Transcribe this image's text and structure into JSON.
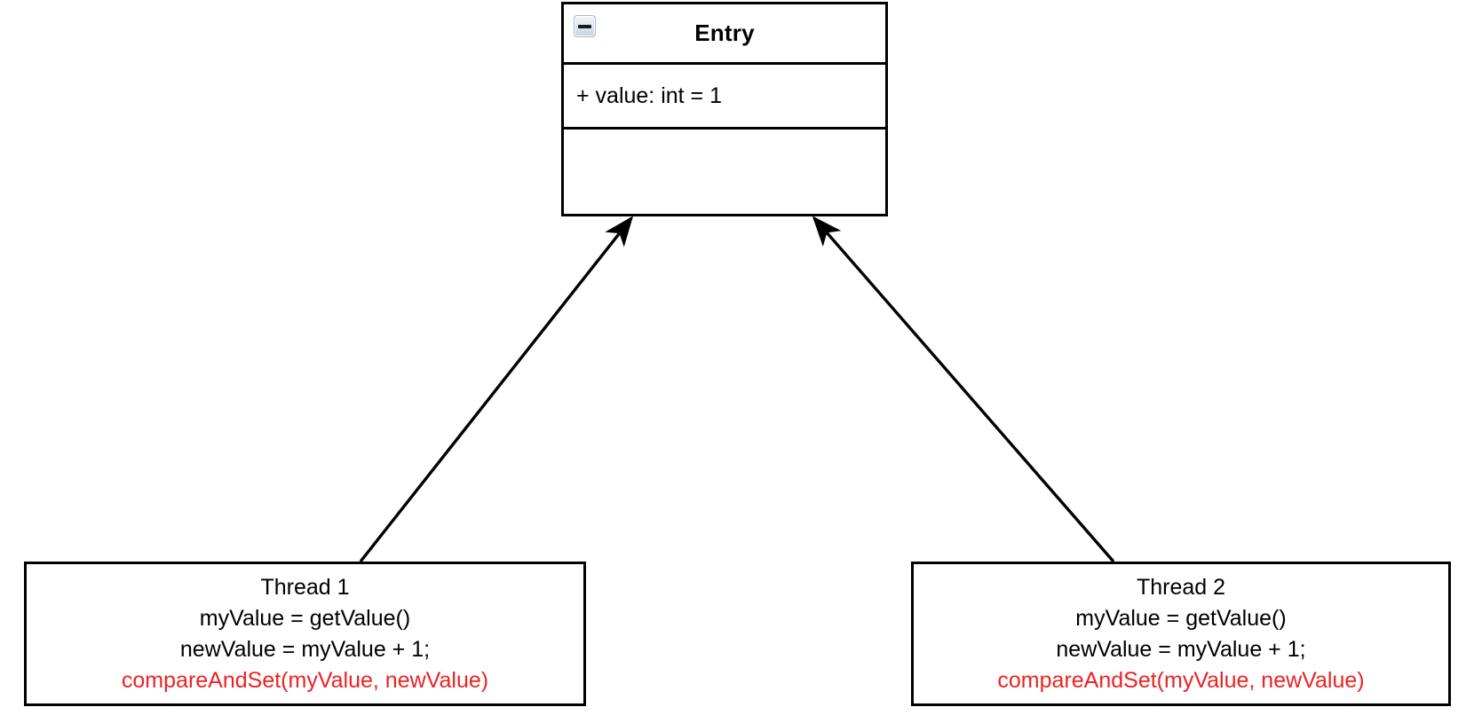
{
  "diagram": {
    "type": "uml-class-diagram",
    "background_color": "#ffffff",
    "line_color": "#000000",
    "highlight_color": "#ee2222"
  },
  "entry_class": {
    "collapse_icon": "minus-collapse-icon",
    "title": "Entry",
    "attributes": [
      "+ value: int = 1"
    ],
    "operations": []
  },
  "threads": [
    {
      "id": "thread1",
      "title": "Thread 1",
      "lines": [
        {
          "text": "myValue = getValue()",
          "highlight": false
        },
        {
          "text": "newValue = myValue + 1;",
          "highlight": false
        },
        {
          "text": "compareAndSet(myValue, newValue)",
          "highlight": true
        }
      ]
    },
    {
      "id": "thread2",
      "title": "Thread 2",
      "lines": [
        {
          "text": "myValue = getValue()",
          "highlight": false
        },
        {
          "text": "newValue = myValue + 1;",
          "highlight": false
        },
        {
          "text": "compareAndSet(myValue, newValue)",
          "highlight": true
        }
      ]
    }
  ],
  "connectors": [
    {
      "name": "thread1-to-entry",
      "from": "thread1",
      "to": "entry_class",
      "arrowhead": "solid-triangle"
    },
    {
      "name": "thread2-to-entry",
      "from": "thread2",
      "to": "entry_class",
      "arrowhead": "solid-triangle"
    }
  ]
}
